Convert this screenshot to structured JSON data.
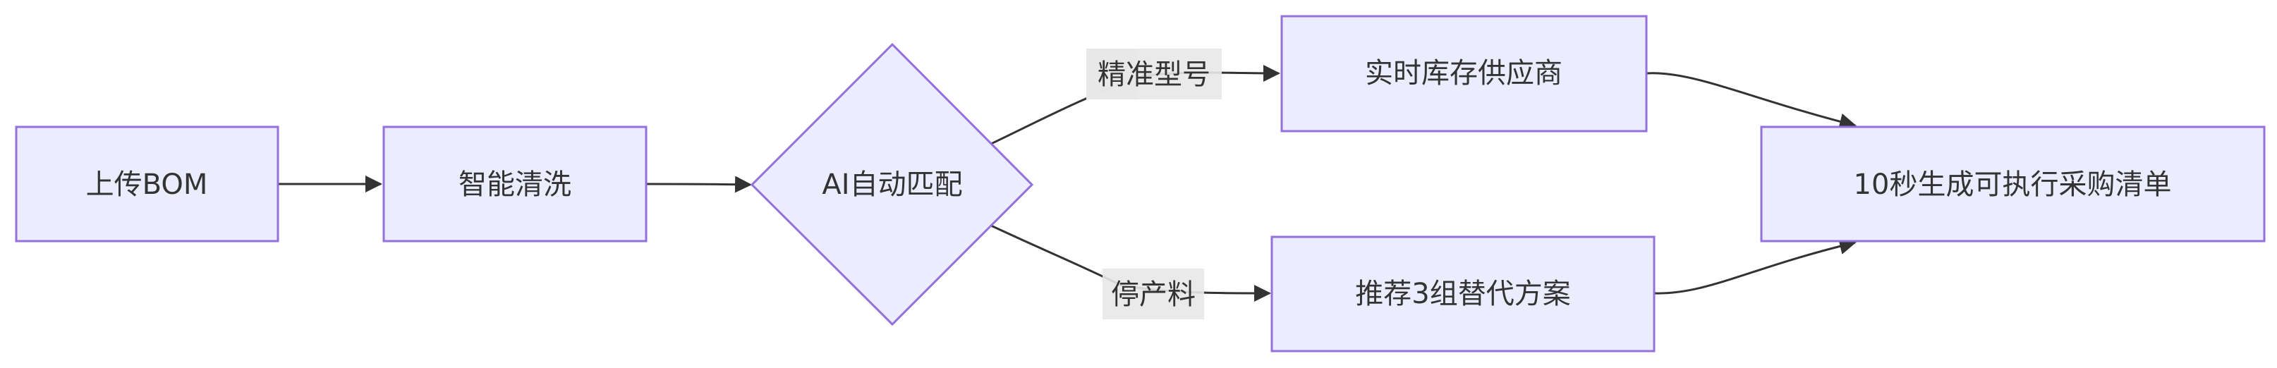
{
  "diagram": {
    "type": "flowchart",
    "direction": "left-to-right",
    "colors": {
      "node_fill": "#ececff",
      "node_stroke": "#9370db",
      "edge": "#333333",
      "text": "#333333",
      "edge_label_bg": "#e8e8e8"
    },
    "nodes": {
      "upload": "上传BOM",
      "clean": "智能清洗",
      "match": "AI自动匹配",
      "supplier": "实时库存供应商",
      "alternatives": "推荐3组替代方案",
      "result": "10秒生成可执行采购清单"
    },
    "edges": [
      {
        "from": "upload",
        "to": "clean",
        "label": ""
      },
      {
        "from": "clean",
        "to": "match",
        "label": ""
      },
      {
        "from": "match",
        "to": "supplier",
        "label": "精准型号"
      },
      {
        "from": "match",
        "to": "alternatives",
        "label": "停产料"
      },
      {
        "from": "supplier",
        "to": "result",
        "label": ""
      },
      {
        "from": "alternatives",
        "to": "result",
        "label": ""
      }
    ],
    "edge_labels": {
      "exact": "精准型号",
      "discontinued": "停产料"
    }
  }
}
